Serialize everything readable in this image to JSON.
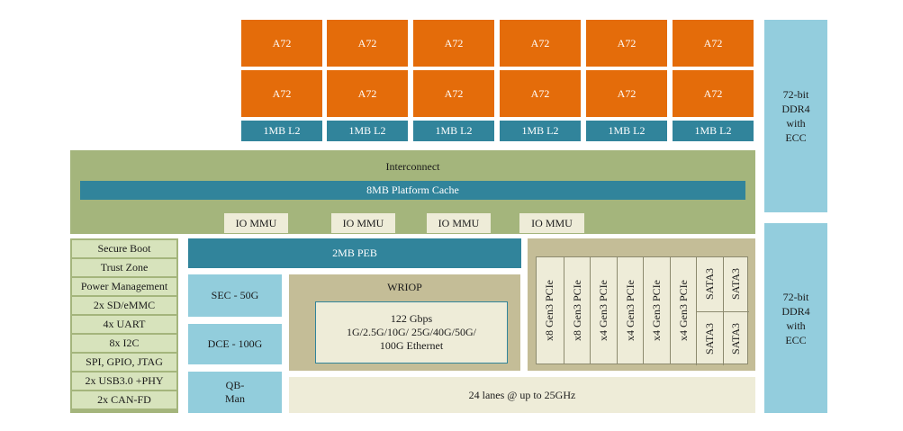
{
  "cores": {
    "row1": [
      "A72",
      "A72",
      "A72",
      "A72",
      "A72",
      "A72"
    ],
    "row2": [
      "A72",
      "A72",
      "A72",
      "A72",
      "A72",
      "A72"
    ],
    "l2": [
      "1MB L2",
      "1MB L2",
      "1MB L2",
      "1MB L2",
      "1MB L2",
      "1MB L2"
    ]
  },
  "ddr": {
    "top": "72-bit\nDDR4\nwith\nECC",
    "bottom": "72-bit\nDDR4\nwith\nECC"
  },
  "interconnect": {
    "title": "Interconnect",
    "cache": "8MB Platform Cache",
    "iommu": [
      "IO MMU",
      "IO MMU",
      "IO MMU",
      "IO MMU"
    ]
  },
  "left_panel": [
    "Secure Boot",
    "Trust Zone",
    "Power Management",
    "2x SD/eMMC",
    "4x UART",
    "8x I2C",
    "SPI, GPIO, JTAG",
    "2x USB3.0 +PHY",
    "2x CAN-FD"
  ],
  "peb": "2MB PEB",
  "sec": "SEC - 50G",
  "dce": "DCE - 100G",
  "qbman": "QB-\nMan",
  "wriop": {
    "title": "WRIOP",
    "text": "122 Gbps\n1G/2.5G/10G/ 25G/40G/50G/\n100G Ethernet"
  },
  "pcie": [
    "x8 Gen3 PCIe",
    "x8 Gen3 PCIe",
    "x4 Gen3 PCIe",
    "x4 Gen3 PCIe",
    "x4 Gen3 PCIe",
    "x4 Gen3 PCIe"
  ],
  "sata": [
    "SATA3",
    "SATA3",
    "SATA3",
    "SATA3"
  ],
  "lanes": "24 lanes @ up to 25GHz"
}
